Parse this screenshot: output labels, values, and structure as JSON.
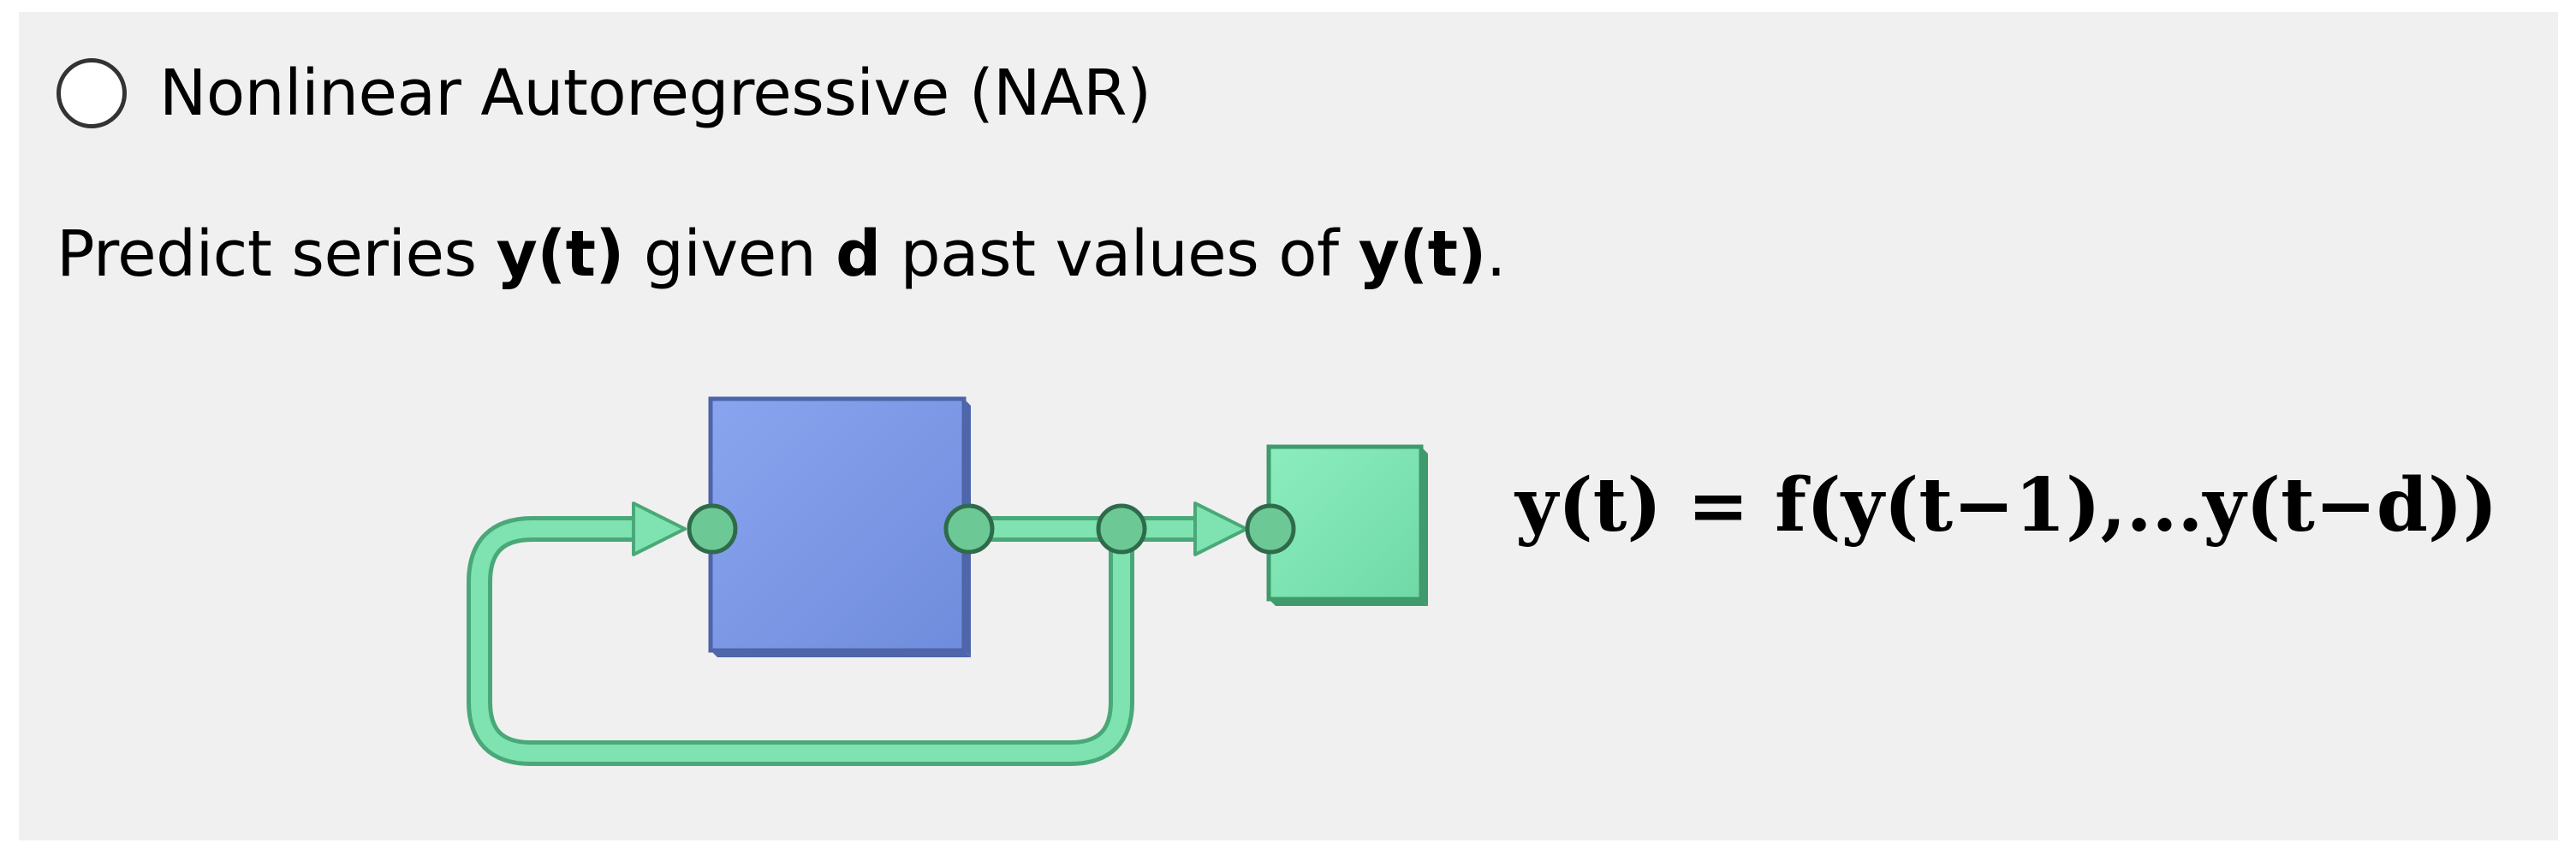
{
  "option": {
    "label": "Nonlinear Autoregressive (NAR)",
    "selected": false
  },
  "description": {
    "part1": "Predict series ",
    "bold1": "y(t)",
    "part2": " given ",
    "bold2": "d",
    "part3": " past values of ",
    "bold3": "y(t)",
    "part4": "."
  },
  "equation": "y(t) = f(y(t−1),...y(t−d))",
  "colors": {
    "panel_bg": "#f0f0f0",
    "network_block": "#7b97e6",
    "output_block": "#7ee3b0",
    "connection": "#6cd69e",
    "node": "#5fb88a"
  }
}
